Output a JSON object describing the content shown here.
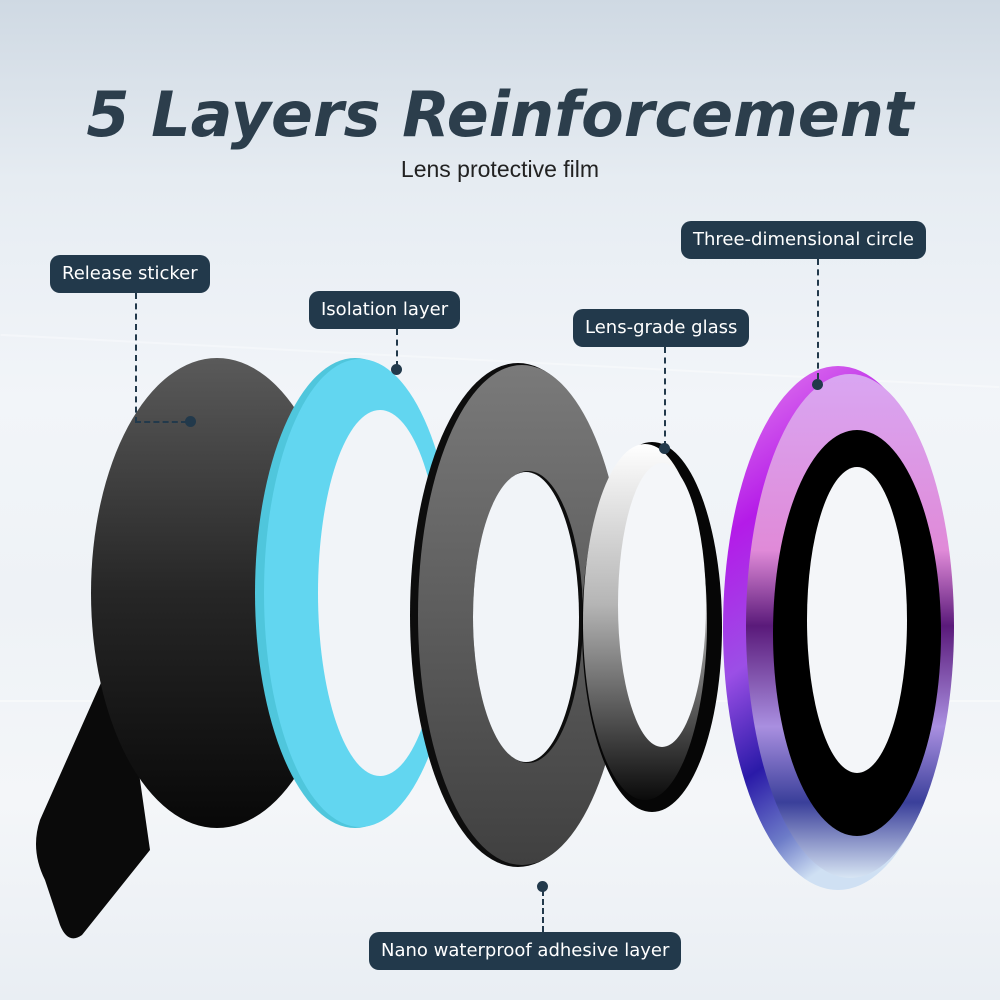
{
  "header": {
    "title": "5 Layers Reinforcement",
    "subtitle": "Lens protective film"
  },
  "layers": [
    {
      "label": "Release sticker",
      "color": "#1f1f1f"
    },
    {
      "label": "Isolation layer",
      "color": "#62d6f0"
    },
    {
      "label": "Nano waterproof adhesive layer",
      "color": "#4a4a4a"
    },
    {
      "label": "Lens-grade glass",
      "color": "#e8e8e8"
    },
    {
      "label": "Three-dimensional circle",
      "color": "#b84ae6"
    }
  ],
  "colors": {
    "label_bg": "#22394b",
    "title": "#2c3e4c",
    "accent_cyan": "#62d6f0",
    "accent_purple": "#b84ae6"
  }
}
